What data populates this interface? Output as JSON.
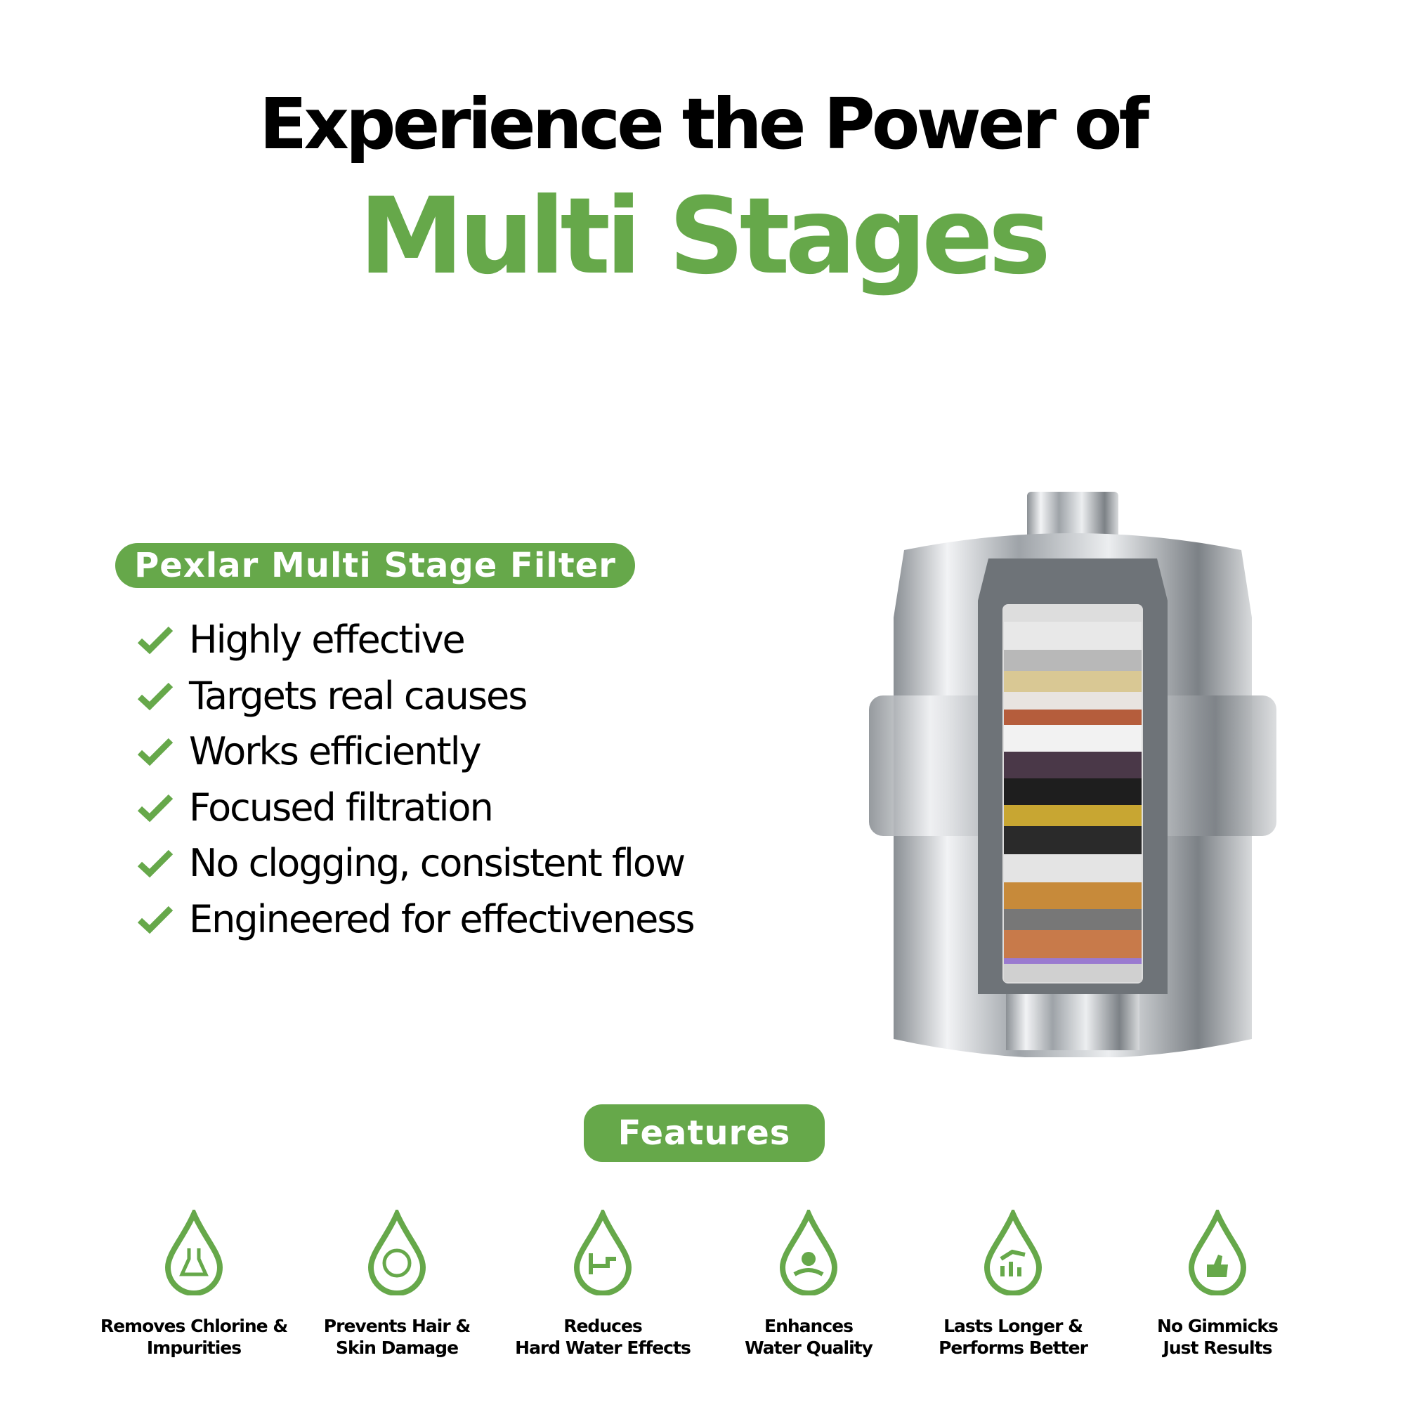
{
  "header": {
    "line1": "Experience the Power of",
    "line2": "Multi Stages"
  },
  "product": {
    "badge": "Pexlar Multi Stage Filter",
    "benefits": [
      "Highly effective",
      "Targets real causes",
      "Works efficiently",
      "Focused filtration",
      "No clogging, consistent flow",
      "Engineered for effectiveness"
    ]
  },
  "features": {
    "title": "Features",
    "items": [
      {
        "icon": "flask-icon",
        "line1": "Removes Chlorine &",
        "line2": "Impurities"
      },
      {
        "icon": "face-icon",
        "line1": "Prevents Hair &",
        "line2": "Skin Damage"
      },
      {
        "icon": "faucet-icon",
        "line1": "Reduces",
        "line2": "Hard Water Effects"
      },
      {
        "icon": "water-quality-icon",
        "line1": "Enhances",
        "line2": "Water Quality"
      },
      {
        "icon": "growth-chart-icon",
        "line1": "Lasts Longer &",
        "line2": "Performs Better"
      },
      {
        "icon": "thumbs-up-icon",
        "line1": "No Gimmicks",
        "line2": "Just Results"
      }
    ]
  },
  "colors": {
    "accent": "#66a84a"
  }
}
